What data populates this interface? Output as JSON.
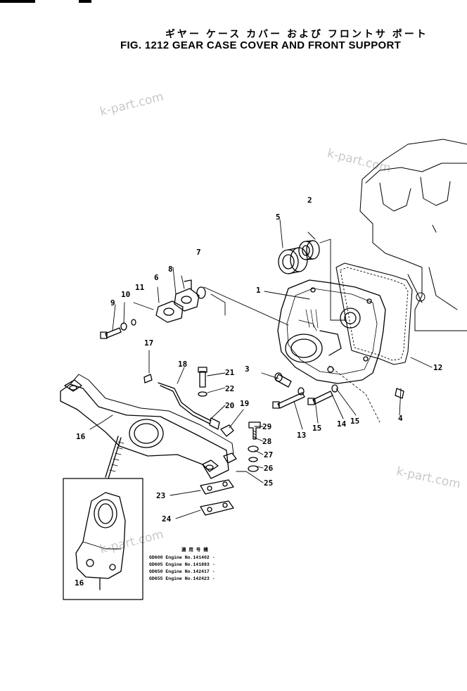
{
  "header": {
    "title_jp": "ギヤー ケース カバー および フロントサ ポート",
    "title_en": "FIG. 1212 GEAR CASE COVER AND FRONT SUPPORT"
  },
  "watermarks": [
    "k-part.com",
    "k-part.com",
    "k-part.com",
    "k-part.com"
  ],
  "callouts": [
    "1",
    "2",
    "3",
    "4",
    "5",
    "6",
    "7",
    "8",
    "9",
    "10",
    "11",
    "12",
    "13",
    "14",
    "15",
    "15",
    "16",
    "16",
    "17",
    "18",
    "19",
    "20",
    "21",
    "22",
    "23",
    "24",
    "25",
    "26",
    "27",
    "28",
    "29"
  ],
  "serial_note": {
    "heading": "適 用 号 機",
    "rows": [
      "GD600  Engine  No.141402 -",
      "GD605  Engine  No.141893 -",
      "GD650  Engine  No.142417 -",
      "GD655  Engine  No.142423 -"
    ]
  }
}
